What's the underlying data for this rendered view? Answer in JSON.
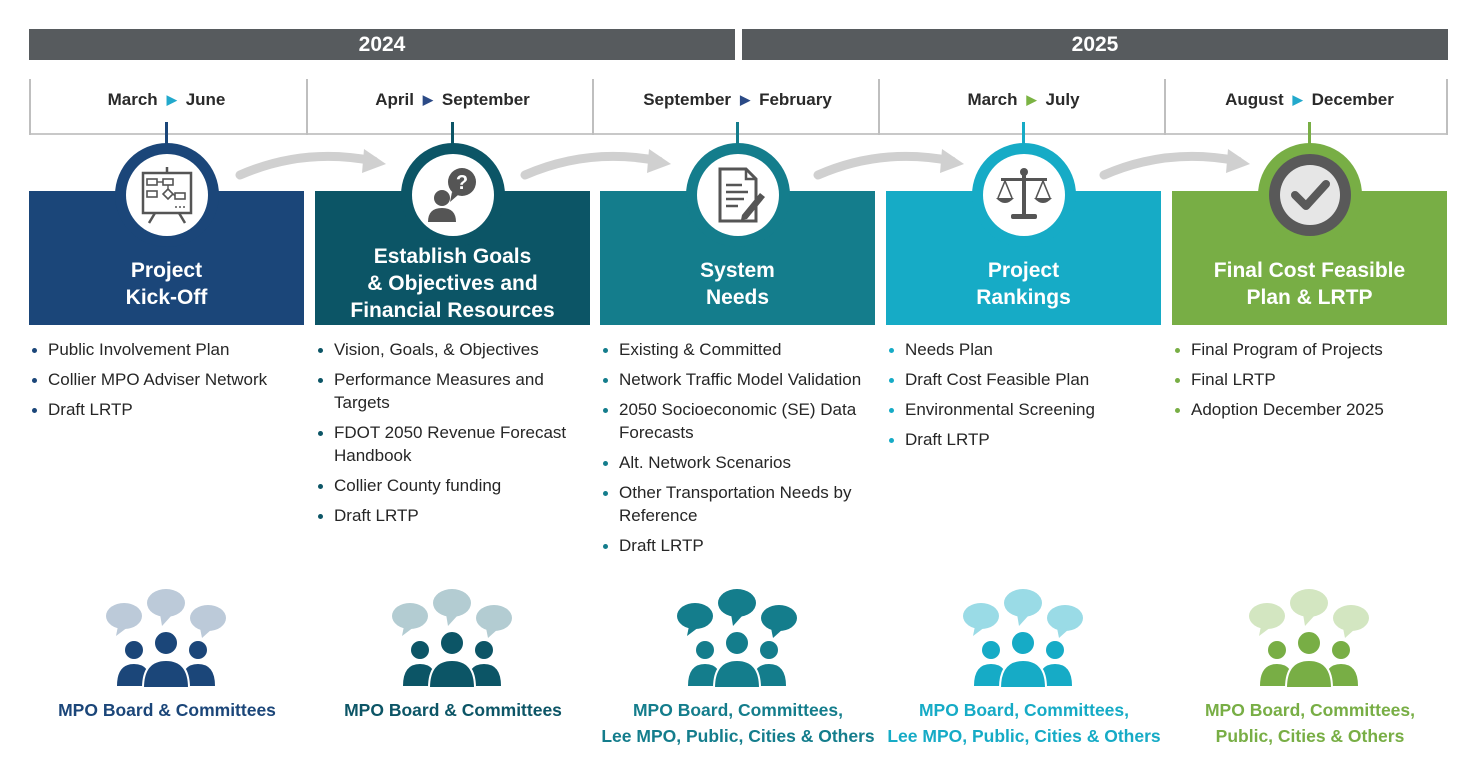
{
  "years": [
    "2024",
    "2025"
  ],
  "phases": [
    {
      "start": "March",
      "end": "June",
      "title_lines": [
        "Project",
        "Kick-Off"
      ],
      "icon": "flowchart-board-icon",
      "color": "#1b4679",
      "ring": "#1b4679",
      "arrow": "#22a9cc",
      "dot": "#1b4679",
      "bullets": [
        "Public Involvement Plan",
        "Collier MPO Adviser Network",
        "Draft LRTP"
      ],
      "stakeholders": [
        "MPO Board & Committees"
      ],
      "bubble_color": "#bccad9"
    },
    {
      "start": "April",
      "end": "September",
      "title_lines": [
        "Establish Goals",
        "& Objectives and",
        "Financial Resources"
      ],
      "icon": "person-question-icon",
      "color": "#0c5566",
      "ring": "#0c5566",
      "arrow": "#2b4a86",
      "dot": "#0c5566",
      "bullets": [
        "Vision, Goals, & Objectives",
        "Performance Measures and Targets",
        "FDOT 2050 Revenue Forecast Handbook",
        "Collier County funding",
        "Draft LRTP"
      ],
      "stakeholders": [
        "MPO Board & Committees"
      ],
      "bubble_color": "#b3ccd2"
    },
    {
      "start": "September",
      "end": "February",
      "title_lines": [
        "System",
        "Needs"
      ],
      "icon": "document-pen-icon",
      "color": "#147d8c",
      "ring": "#147d8c",
      "arrow": "#2b4a86",
      "dot": "#147d8c",
      "bullets": [
        "Existing & Committed",
        "Network Traffic Model Validation",
        "2050 Socioeconomic (SE) Data Forecasts",
        "Alt. Network Scenarios",
        "Other Transportation Needs by Reference",
        "Draft LRTP"
      ],
      "stakeholders": [
        "MPO Board, Committees,",
        "Lee MPO, Public, Cities & Others"
      ],
      "bubble_color": "#147d8c"
    },
    {
      "start": "March",
      "end": "July",
      "title_lines": [
        "Project",
        "Rankings"
      ],
      "icon": "balance-scale-icon",
      "color": "#16abc6",
      "ring": "#16abc6",
      "arrow": "#7bb343",
      "dot": "#16abc6",
      "bullets": [
        "Needs Plan",
        "Draft Cost Feasible Plan",
        "Environmental Screening",
        "Draft LRTP"
      ],
      "stakeholders": [
        "MPO Board, Committees,",
        "Lee MPO, Public, Cities & Others"
      ],
      "bubble_color": "#9adbe6"
    },
    {
      "start": "August",
      "end": "December",
      "title_lines": [
        "Final Cost Feasible",
        "Plan & LRTP"
      ],
      "icon": "checkmark-icon",
      "color": "#78ae45",
      "ring": "#78ae45",
      "arrow": "#22a9cc",
      "dot": "#78ae45",
      "bullets": [
        "Final Program of Projects",
        "Final LRTP",
        "Adoption December 2025"
      ],
      "stakeholders": [
        "MPO Board, Committees,",
        "Public, Cities & Others"
      ],
      "bubble_color": "#d3e6c1"
    }
  ]
}
